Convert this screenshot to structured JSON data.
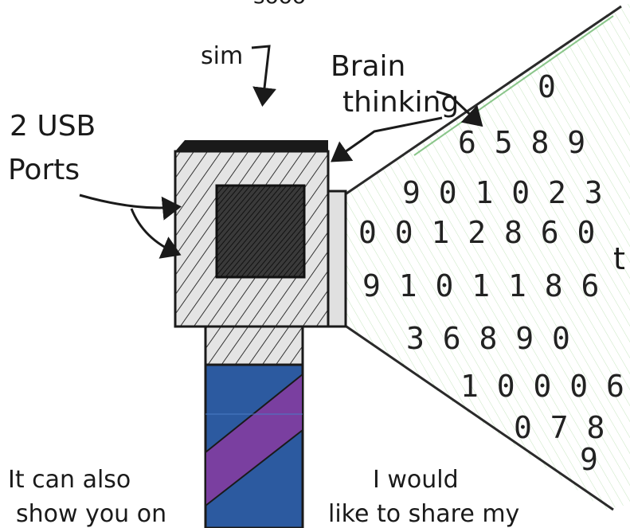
{
  "labels": {
    "top_partial": "sooo",
    "sim": "sim",
    "brain_line1": "Brain",
    "brain_line2": "thinking",
    "usb_line1": "2 USB",
    "usb_line2": "Ports",
    "edge_letter": "t",
    "left_note_line1": "It can also",
    "left_note_line2": "show you on",
    "right_note_line1": "I would",
    "right_note_line2": "like to share my"
  },
  "digit_rows": [
    "0",
    "6 5 8 9",
    "9 0 1 0 2 3",
    "0 0 1 2 8 6 0",
    "9 1 0 1 1 8 6",
    "3 6 8 9 0",
    "1 0 0 0 6",
    "0 7 8",
    "9"
  ],
  "colors": {
    "ink": "#1a1a1a",
    "device_fill": "#d9d9d9",
    "screen_fill": "#2b2b2b",
    "handle_blue": "#2c5aa0",
    "handle_purple": "#7a3fa0",
    "beam_green": "#8fc98f"
  },
  "icons": {
    "device": "handheld-device-icon",
    "arrow": "arrow-icon"
  }
}
